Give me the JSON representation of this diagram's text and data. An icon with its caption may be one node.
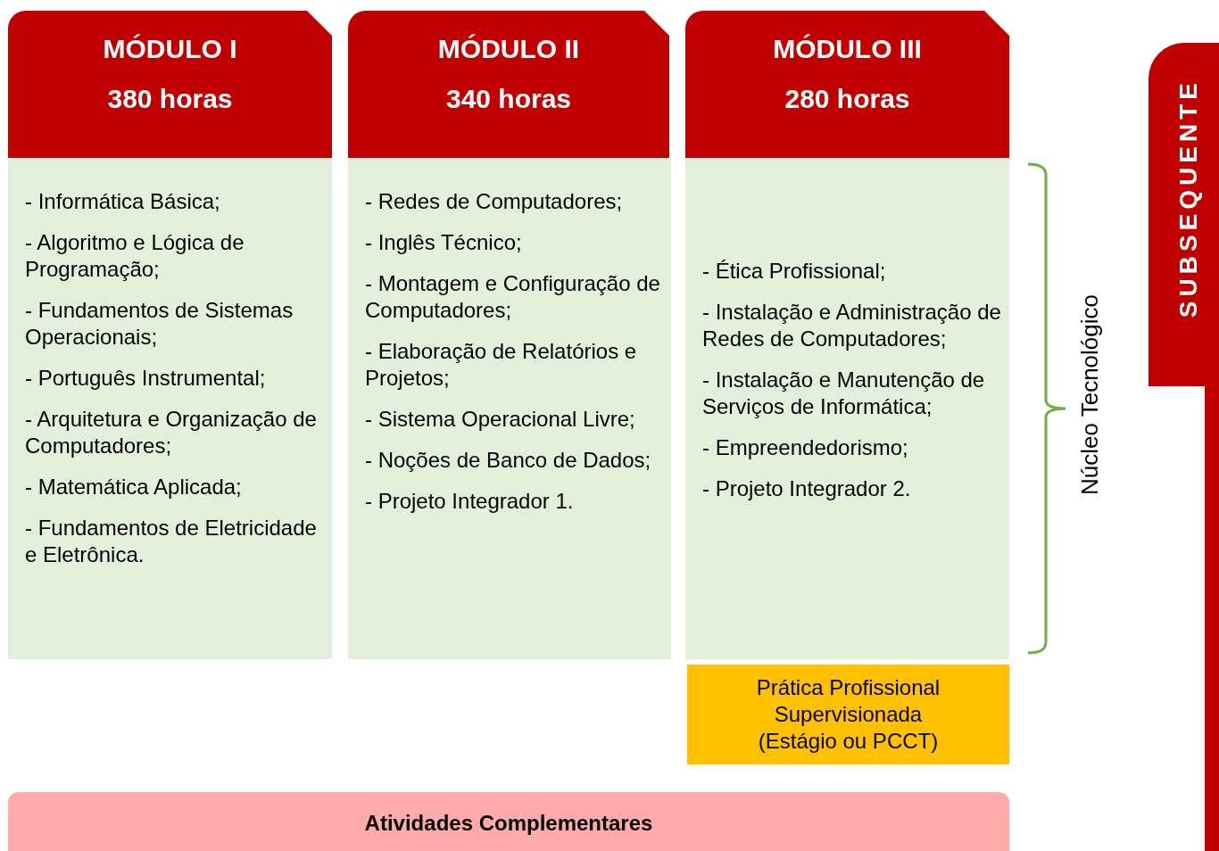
{
  "diagram": {
    "nodes": [
      {
        "text": [
          "MÓDULO I",
          "380 horas"
        ]
      },
      {
        "text": [
          "- Informática Básica;",
          "- Algoritmo e Lógica de Programação;",
          "- Fundamentos de Sistemas Operacionais;",
          "- Português Instrumental;",
          "- Arquitetura e Organização de Computadores;",
          "- Matemática Aplicada;",
          "- Fundamentos de Eletricidade e Eletrônica."
        ]
      },
      {
        "text": [
          "MÓDULO II",
          "340 horas"
        ]
      },
      {
        "text": [
          "- Redes de Computadores;",
          "- Inglês Técnico;",
          "- Montagem e Configuração de Computadores;",
          "- Elaboração de Relatórios e Projetos;",
          "- Sistema Operacional Livre;",
          "- Noções de Banco de Dados;",
          "- Projeto Integrador 1."
        ]
      },
      {
        "text": [
          "MÓDULO III",
          "280 horas"
        ]
      },
      {
        "text": [
          "- Ética Profissional;",
          "- Instalação e Administração de Redes de Computadores;",
          "- Instalação e Manutenção de Serviços de Informática;",
          "- Empreendedorismo;",
          "- Projeto Integrador 2."
        ]
      },
      {
        "text": [
          "Prática Profissional Supervisionada (Estágio ou PCCT)"
        ]
      },
      {
        "text": [
          "Atividades Complementares"
        ]
      },
      {
        "text": [
          "SUBSEQUENTE"
        ]
      }
    ],
    "edges": [],
    "labels": [
      "Núcleo Tecnológico"
    ]
  }
}
